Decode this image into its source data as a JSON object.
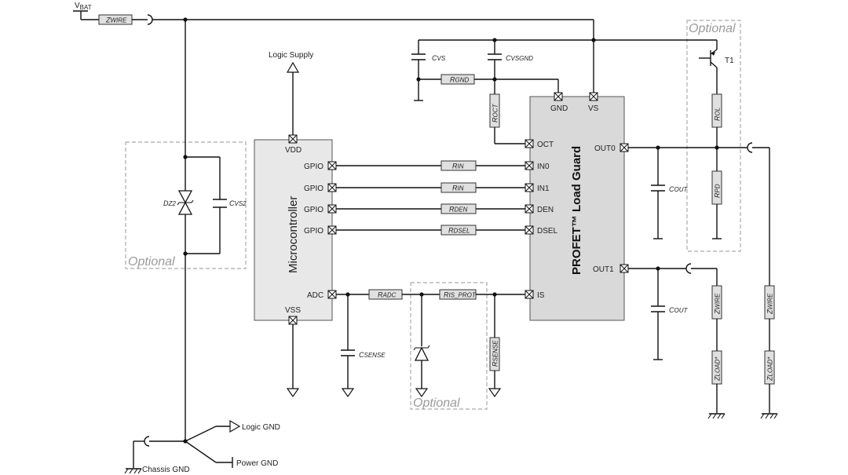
{
  "labels": {
    "vbat": "V",
    "vbat_sub": "BAT",
    "zwire": "Z",
    "zwire_sub": "WIRE",
    "optional": "Optional",
    "logic_supply": "Logic Supply",
    "microcontroller": "Microcontroller",
    "vdd": "VDD",
    "vss": "VSS",
    "gpio": "GPIO",
    "adc": "ADC",
    "dz2": "D",
    "dz2_sub": "Z2",
    "cvs2": "C",
    "cvs2_sub": "VS2",
    "cvs": "C",
    "cvs_sub": "VS",
    "cvsgnd": "C",
    "cvsgnd_sub": "VSGND",
    "rgnd": "R",
    "rgnd_sub": "GND",
    "roct": "R",
    "roct_sub": "OCT",
    "gnd": "GND",
    "vs": "VS",
    "oct": "OCT",
    "in0": "IN0",
    "in1": "IN1",
    "den": "DEN",
    "dsel": "DSEL",
    "is": "IS",
    "rin": "R",
    "rin_sub": "IN",
    "rden": "R",
    "rden_sub": "DEN",
    "rdsel": "R",
    "rdsel_sub": "DSEL",
    "radc": "R",
    "radc_sub": "ADC",
    "ris_prot": "R",
    "ris_prot_sub": "IS_PROT",
    "rsense": "R",
    "rsense_sub": "SENSE",
    "csense": "C",
    "csense_sub": "SENSE",
    "profet": "PROFET™ Load Guard",
    "out0": "OUT0",
    "out1": "OUT1",
    "cout": "C",
    "cout_sub": "OUT",
    "rol": "R",
    "rol_sub": "OL",
    "rpd": "R",
    "rpd_sub": "PD",
    "t1": "T1",
    "zload": "Z",
    "zload_sub": "LOAD*",
    "logic_gnd": "Logic GND",
    "power_gnd": "Power GND",
    "chassis_gnd": "Chassis GND"
  },
  "colors": {
    "wire": "#111111",
    "component_fill": "#e0e0e0",
    "chip_fill": "#d9d9d9",
    "optional_border": "#aaaaaa"
  }
}
